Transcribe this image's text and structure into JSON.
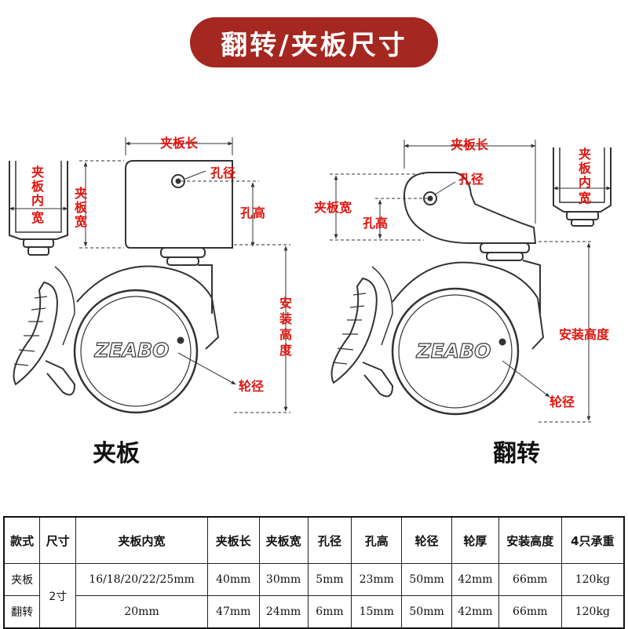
{
  "banner": {
    "title": "翻转/夹板尺寸"
  },
  "clamp_diagram": {
    "caption": "夹板",
    "inner_width": [
      "夹",
      "板",
      "内",
      "宽"
    ],
    "plate_length": "夹板长",
    "plate_width": [
      "夹",
      "板",
      "宽"
    ],
    "hole_dia": "孔径",
    "hole_height": "孔高",
    "install_height": [
      "安",
      "装",
      "高",
      "度"
    ],
    "wheel_dia": "轮径",
    "brand": "ZEABO"
  },
  "flip_diagram": {
    "caption": "翻转",
    "inner_width": [
      "夹",
      "板",
      "内",
      "宽"
    ],
    "plate_length": "夹板长",
    "plate_width": "夹板宽",
    "hole_dia": "孔径",
    "hole_height": "孔高",
    "install_height": "安装高度",
    "wheel_dia": "轮径",
    "brand": "ZEABO"
  },
  "colors": {
    "banner": "#a42720",
    "label": "#e0140e"
  },
  "table": {
    "headers": [
      "款式",
      "尺寸",
      "夹板内宽",
      "夹板长",
      "夹板宽",
      "孔径",
      "孔高",
      "轮径",
      "轮厚",
      "安装高度",
      "4只承重"
    ],
    "size_shared": "2寸",
    "rows": [
      {
        "style": "夹板",
        "inner_width": "16/18/20/22/25mm",
        "length": "40mm",
        "width": "30mm",
        "hole": "5mm",
        "hole_height": "23mm",
        "wheel": "50mm",
        "thickness": "42mm",
        "install": "66mm",
        "load": "120kg"
      },
      {
        "style": "翻转",
        "inner_width": "20mm",
        "length": "47mm",
        "width": "24mm",
        "hole": "6mm",
        "hole_height": "15mm",
        "wheel": "50mm",
        "thickness": "42mm",
        "install": "66mm",
        "load": "120kg"
      }
    ]
  }
}
